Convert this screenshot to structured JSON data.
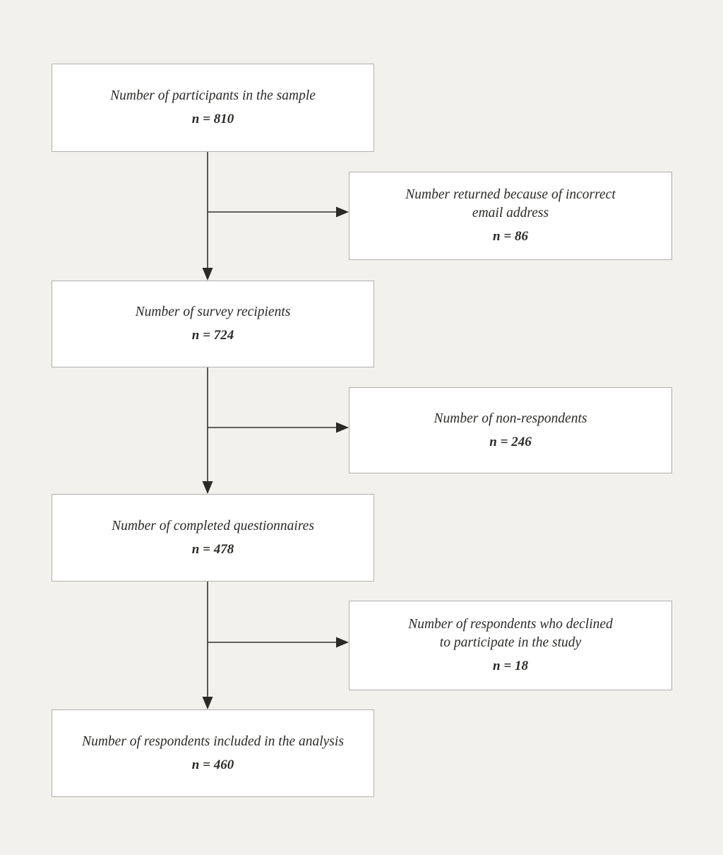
{
  "diagram": {
    "type": "flowchart",
    "colors": {
      "page_background": "#f2f1ee",
      "box_fill": "#ffffff",
      "box_border": "#b2b0ad",
      "text": "#2b2a27",
      "connector": "#33312e"
    },
    "nodes": {
      "sample": {
        "label": "Number of participants in the sample",
        "count": "n = 810"
      },
      "returned": {
        "label": [
          "Number returned because of incorrect",
          "email address"
        ],
        "count": "n = 86"
      },
      "recipients": {
        "label": "Number of survey recipients",
        "count": "n = 724"
      },
      "nonrespondents": {
        "label": "Number of non-respondents",
        "count": "n = 246"
      },
      "completed": {
        "label": "Number of completed questionnaires",
        "count": "n = 478"
      },
      "declined": {
        "label": [
          "Number of respondents who declined",
          "to participate in the study"
        ],
        "count": "n = 18"
      },
      "analysis": {
        "label": "Number of respondents included in the analysis",
        "count": "n = 460"
      }
    }
  }
}
